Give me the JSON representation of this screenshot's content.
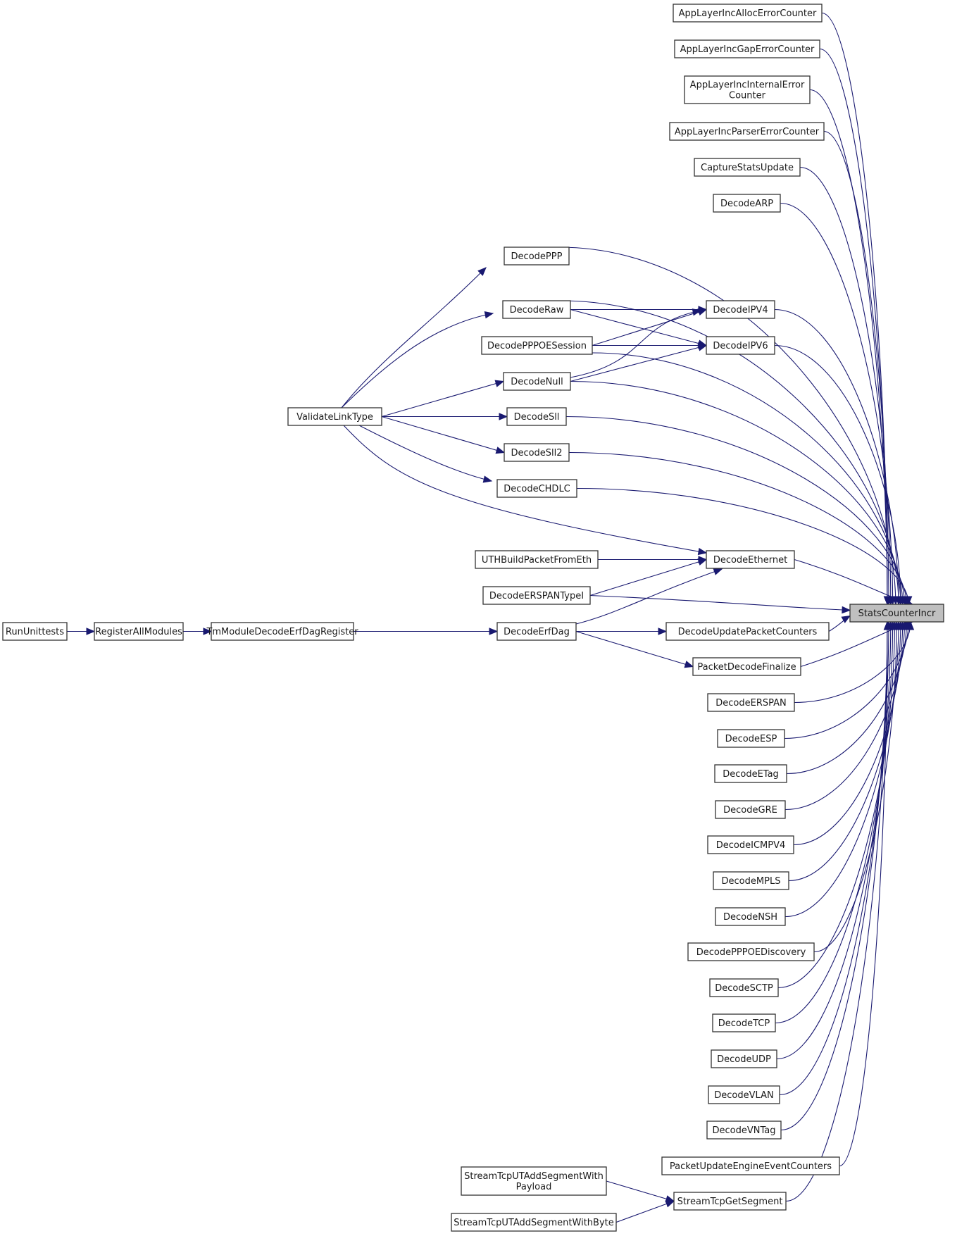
{
  "graph": {
    "type": "caller-graph",
    "root": "StatsCounterIncr",
    "colors": {
      "edge": "#191970",
      "node_border": "#333333",
      "root_fill": "#bfbfbf",
      "node_fill": "#ffffff"
    },
    "nodes": [
      {
        "id": "StatsCounterIncr",
        "lines": [
          "StatsCounterIncr"
        ],
        "root": true
      },
      {
        "id": "AppLayerIncAllocErrorCounter",
        "lines": [
          "AppLayerIncAllocErrorCounter"
        ]
      },
      {
        "id": "AppLayerIncGapErrorCounter",
        "lines": [
          "AppLayerIncGapErrorCounter"
        ]
      },
      {
        "id": "AppLayerIncInternalErrorCounter",
        "lines": [
          "AppLayerIncInternalError",
          "Counter"
        ]
      },
      {
        "id": "AppLayerIncParserErrorCounter",
        "lines": [
          "AppLayerIncParserErrorCounter"
        ]
      },
      {
        "id": "CaptureStatsUpdate",
        "lines": [
          "CaptureStatsUpdate"
        ]
      },
      {
        "id": "DecodeARP",
        "lines": [
          "DecodeARP"
        ]
      },
      {
        "id": "DecodePPP",
        "lines": [
          "DecodePPP"
        ]
      },
      {
        "id": "DecodeRaw",
        "lines": [
          "DecodeRaw"
        ]
      },
      {
        "id": "DecodeIPV4",
        "lines": [
          "DecodeIPV4"
        ]
      },
      {
        "id": "DecodePPPOESession",
        "lines": [
          "DecodePPPOESession"
        ]
      },
      {
        "id": "DecodeIPV6",
        "lines": [
          "DecodeIPV6"
        ]
      },
      {
        "id": "DecodeNull",
        "lines": [
          "DecodeNull"
        ]
      },
      {
        "id": "ValidateLinkType",
        "lines": [
          "ValidateLinkType"
        ]
      },
      {
        "id": "DecodeSll",
        "lines": [
          "DecodeSll"
        ]
      },
      {
        "id": "DecodeSll2",
        "lines": [
          "DecodeSll2"
        ]
      },
      {
        "id": "DecodeCHDLC",
        "lines": [
          "DecodeCHDLC"
        ]
      },
      {
        "id": "UTHBuildPacketFromEth",
        "lines": [
          "UTHBuildPacketFromEth"
        ]
      },
      {
        "id": "DecodeEthernet",
        "lines": [
          "DecodeEthernet"
        ]
      },
      {
        "id": "DecodeERSPANTypeI",
        "lines": [
          "DecodeERSPANTypeI"
        ]
      },
      {
        "id": "RunUnittests",
        "lines": [
          "RunUnittests"
        ]
      },
      {
        "id": "RegisterAllModules",
        "lines": [
          "RegisterAllModules"
        ]
      },
      {
        "id": "TmModuleDecodeErfDagRegister",
        "lines": [
          "TmModuleDecodeErfDagRegister"
        ]
      },
      {
        "id": "DecodeErfDag",
        "lines": [
          "DecodeErfDag"
        ]
      },
      {
        "id": "DecodeUpdatePacketCounters",
        "lines": [
          "DecodeUpdatePacketCounters"
        ]
      },
      {
        "id": "PacketDecodeFinalize",
        "lines": [
          "PacketDecodeFinalize"
        ]
      },
      {
        "id": "DecodeERSPAN",
        "lines": [
          "DecodeERSPAN"
        ]
      },
      {
        "id": "DecodeESP",
        "lines": [
          "DecodeESP"
        ]
      },
      {
        "id": "DecodeETag",
        "lines": [
          "DecodeETag"
        ]
      },
      {
        "id": "DecodeGRE",
        "lines": [
          "DecodeGRE"
        ]
      },
      {
        "id": "DecodeICMPV4",
        "lines": [
          "DecodeICMPV4"
        ]
      },
      {
        "id": "DecodeMPLS",
        "lines": [
          "DecodeMPLS"
        ]
      },
      {
        "id": "DecodeNSH",
        "lines": [
          "DecodeNSH"
        ]
      },
      {
        "id": "DecodePPPOEDiscovery",
        "lines": [
          "DecodePPPOEDiscovery"
        ]
      },
      {
        "id": "DecodeSCTP",
        "lines": [
          "DecodeSCTP"
        ]
      },
      {
        "id": "DecodeTCP",
        "lines": [
          "DecodeTCP"
        ]
      },
      {
        "id": "DecodeUDP",
        "lines": [
          "DecodeUDP"
        ]
      },
      {
        "id": "DecodeVLAN",
        "lines": [
          "DecodeVLAN"
        ]
      },
      {
        "id": "DecodeVNTag",
        "lines": [
          "DecodeVNTag"
        ]
      },
      {
        "id": "PacketUpdateEngineEventCounters",
        "lines": [
          "PacketUpdateEngineEventCounters"
        ]
      },
      {
        "id": "StreamTcpUTAddSegmentWithPayload",
        "lines": [
          "StreamTcpUTAddSegmentWith",
          "Payload"
        ]
      },
      {
        "id": "StreamTcpGetSegment",
        "lines": [
          "StreamTcpGetSegment"
        ]
      },
      {
        "id": "StreamTcpUTAddSegmentWithByte",
        "lines": [
          "StreamTcpUTAddSegmentWithByte"
        ]
      }
    ],
    "edges": [
      {
        "from": "AppLayerIncAllocErrorCounter",
        "to": "StatsCounterIncr"
      },
      {
        "from": "AppLayerIncGapErrorCounter",
        "to": "StatsCounterIncr"
      },
      {
        "from": "AppLayerIncInternalErrorCounter",
        "to": "StatsCounterIncr"
      },
      {
        "from": "AppLayerIncParserErrorCounter",
        "to": "StatsCounterIncr"
      },
      {
        "from": "CaptureStatsUpdate",
        "to": "StatsCounterIncr"
      },
      {
        "from": "DecodeARP",
        "to": "StatsCounterIncr"
      },
      {
        "from": "DecodePPP",
        "to": "StatsCounterIncr"
      },
      {
        "from": "DecodeRaw",
        "to": "StatsCounterIncr"
      },
      {
        "from": "DecodeIPV4",
        "to": "StatsCounterIncr"
      },
      {
        "from": "DecodeIPV6",
        "to": "StatsCounterIncr"
      },
      {
        "from": "DecodePPPOESession",
        "to": "StatsCounterIncr"
      },
      {
        "from": "DecodeNull",
        "to": "StatsCounterIncr"
      },
      {
        "from": "DecodeSll",
        "to": "StatsCounterIncr"
      },
      {
        "from": "DecodeSll2",
        "to": "StatsCounterIncr"
      },
      {
        "from": "DecodeCHDLC",
        "to": "StatsCounterIncr"
      },
      {
        "from": "DecodeEthernet",
        "to": "StatsCounterIncr"
      },
      {
        "from": "DecodeERSPANTypeI",
        "to": "StatsCounterIncr"
      },
      {
        "from": "DecodeUpdatePacketCounters",
        "to": "StatsCounterIncr"
      },
      {
        "from": "PacketDecodeFinalize",
        "to": "StatsCounterIncr"
      },
      {
        "from": "DecodeERSPAN",
        "to": "StatsCounterIncr"
      },
      {
        "from": "DecodeESP",
        "to": "StatsCounterIncr"
      },
      {
        "from": "DecodeETag",
        "to": "StatsCounterIncr"
      },
      {
        "from": "DecodeGRE",
        "to": "StatsCounterIncr"
      },
      {
        "from": "DecodeICMPV4",
        "to": "StatsCounterIncr"
      },
      {
        "from": "DecodeMPLS",
        "to": "StatsCounterIncr"
      },
      {
        "from": "DecodeNSH",
        "to": "StatsCounterIncr"
      },
      {
        "from": "DecodePPPOEDiscovery",
        "to": "StatsCounterIncr"
      },
      {
        "from": "DecodeSCTP",
        "to": "StatsCounterIncr"
      },
      {
        "from": "DecodeTCP",
        "to": "StatsCounterIncr"
      },
      {
        "from": "DecodeUDP",
        "to": "StatsCounterIncr"
      },
      {
        "from": "DecodeVLAN",
        "to": "StatsCounterIncr"
      },
      {
        "from": "DecodeVNTag",
        "to": "StatsCounterIncr"
      },
      {
        "from": "PacketUpdateEngineEventCounters",
        "to": "StatsCounterIncr"
      },
      {
        "from": "StreamTcpGetSegment",
        "to": "StatsCounterIncr"
      },
      {
        "from": "ValidateLinkType",
        "to": "DecodePPP"
      },
      {
        "from": "ValidateLinkType",
        "to": "DecodeRaw"
      },
      {
        "from": "ValidateLinkType",
        "to": "DecodeNull"
      },
      {
        "from": "ValidateLinkType",
        "to": "DecodeSll"
      },
      {
        "from": "ValidateLinkType",
        "to": "DecodeSll2"
      },
      {
        "from": "ValidateLinkType",
        "to": "DecodeCHDLC"
      },
      {
        "from": "ValidateLinkType",
        "to": "DecodeEthernet"
      },
      {
        "from": "DecodeRaw",
        "to": "DecodeIPV4"
      },
      {
        "from": "DecodeRaw",
        "to": "DecodeIPV6"
      },
      {
        "from": "DecodePPPOESession",
        "to": "DecodeIPV4"
      },
      {
        "from": "DecodePPPOESession",
        "to": "DecodeIPV6"
      },
      {
        "from": "DecodeNull",
        "to": "DecodeIPV4"
      },
      {
        "from": "DecodeNull",
        "to": "DecodeIPV6"
      },
      {
        "from": "UTHBuildPacketFromEth",
        "to": "DecodeEthernet"
      },
      {
        "from": "DecodeERSPANTypeI",
        "to": "DecodeEthernet"
      },
      {
        "from": "DecodeErfDag",
        "to": "DecodeEthernet"
      },
      {
        "from": "DecodeErfDag",
        "to": "DecodeUpdatePacketCounters"
      },
      {
        "from": "DecodeErfDag",
        "to": "PacketDecodeFinalize"
      },
      {
        "from": "RunUnittests",
        "to": "RegisterAllModules"
      },
      {
        "from": "RegisterAllModules",
        "to": "TmModuleDecodeErfDagRegister"
      },
      {
        "from": "TmModuleDecodeErfDagRegister",
        "to": "DecodeErfDag"
      },
      {
        "from": "StreamTcpUTAddSegmentWithPayload",
        "to": "StreamTcpGetSegment"
      },
      {
        "from": "StreamTcpUTAddSegmentWithByte",
        "to": "StreamTcpGetSegment"
      }
    ]
  }
}
